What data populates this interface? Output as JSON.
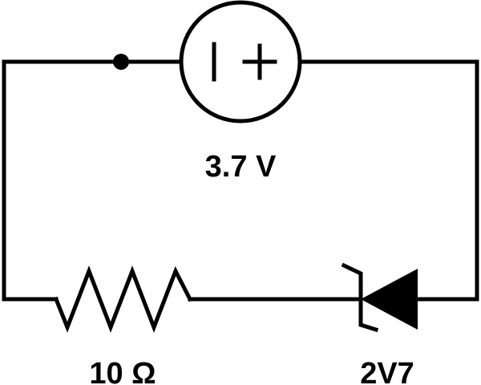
{
  "diagram": {
    "battery": {
      "voltage_label": "3.7 V",
      "symbol_text": "| +",
      "icon": "battery-cell-icon"
    },
    "resistor": {
      "value_label": "10 Ω",
      "icon": "resistor-zigzag-icon"
    },
    "zener": {
      "part_label": "2V7",
      "icon": "zener-diode-icon"
    },
    "colors": {
      "stroke": "#000000",
      "background": "#ffffff"
    }
  }
}
